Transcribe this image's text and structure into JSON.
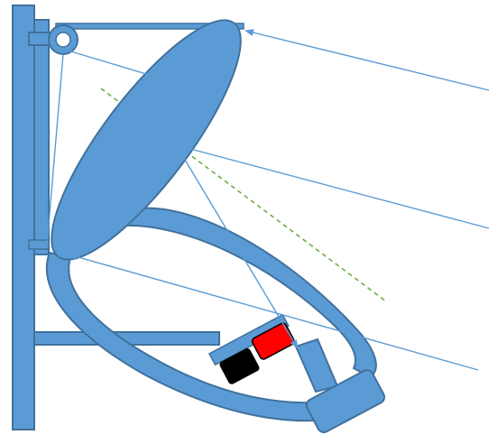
{
  "diagram": {
    "colors": {
      "body": "#5b9bd5",
      "outline": "#41719c",
      "ray": "#5b9bd5",
      "optical_axis": "#70ad47",
      "red_element": "#ff0000",
      "black_element": "#000000",
      "background": "#ffffff"
    },
    "components": [
      "mounting-post",
      "support-frame",
      "pivot-ring",
      "primary-reflector-dish",
      "secondary-reflector-loop",
      "detector-module",
      "focusing-horn",
      "end-cap"
    ],
    "rays": {
      "incoming_count": 3,
      "reflected_count": 3,
      "style": "solid-arrow"
    },
    "optical_axis": {
      "style": "dashed"
    }
  }
}
